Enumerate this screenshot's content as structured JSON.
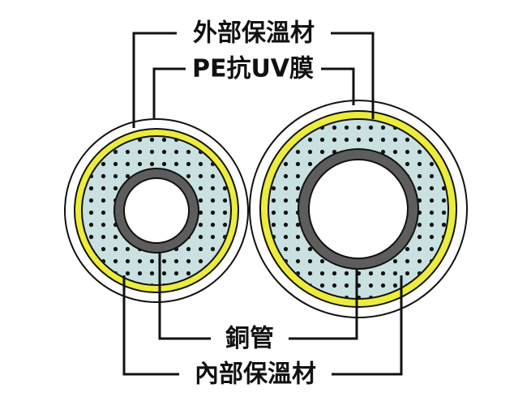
{
  "diagram": {
    "labels": {
      "outer_insulation": "外部保溫材",
      "pe_uv_film": "PE抗UV膜",
      "copper_pipe": "銅管",
      "inner_insulation": "內部保溫材"
    },
    "colors": {
      "outline": "#111111",
      "pe_film": "#ecec3a",
      "foam": "#c9e1e1",
      "foam_dots": "#111111",
      "copper_pipe": "#5d5d5d",
      "background": "#ffffff"
    }
  }
}
